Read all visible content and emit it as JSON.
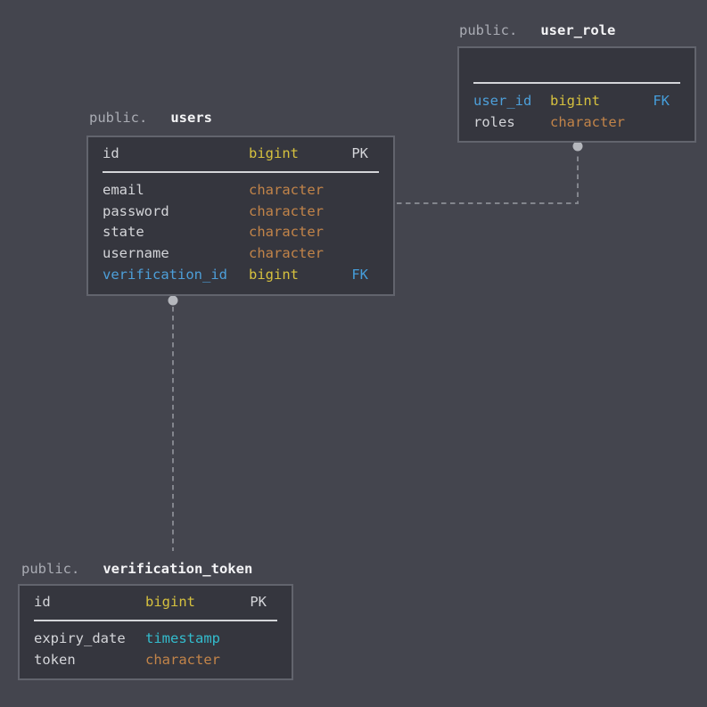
{
  "colors": {
    "background": "#44454e",
    "table_fill": "#35363e",
    "table_border": "#62646d",
    "schema_label": "#aaacb4",
    "table_name": "#f4f4f6",
    "column_name": "#d4d5d9",
    "fk_column_name": "#4d9fd9",
    "type_bigint": "#d6c13e",
    "type_character": "#c28449",
    "type_timestamp": "#33bccd",
    "flag_pk": "#d4d5d9",
    "flag_fk": "#459edb",
    "relation_line": "#83858d",
    "relation_dot": "#b5b7bd",
    "separator": "#d4d5d9"
  },
  "tables": [
    {
      "schema": "public.",
      "name": "users",
      "primary_key": {
        "name": "id",
        "type": "bigint",
        "flag": "PK"
      },
      "columns": [
        {
          "name": "email",
          "type": "character",
          "flag": ""
        },
        {
          "name": "password",
          "type": "character",
          "flag": ""
        },
        {
          "name": "state",
          "type": "character",
          "flag": ""
        },
        {
          "name": "username",
          "type": "character",
          "flag": ""
        },
        {
          "name": "verification_id",
          "type": "bigint",
          "flag": "FK"
        }
      ]
    },
    {
      "schema": "public.",
      "name": "user_role",
      "primary_key": {
        "name": "",
        "type": "",
        "flag": ""
      },
      "columns": [
        {
          "name": "user_id",
          "type": "bigint",
          "flag": "FK"
        },
        {
          "name": "roles",
          "type": "character",
          "flag": ""
        }
      ]
    },
    {
      "schema": "public.",
      "name": "verification_token",
      "primary_key": {
        "name": "id",
        "type": "bigint",
        "flag": "PK"
      },
      "columns": [
        {
          "name": "expiry_date",
          "type": "timestamp",
          "flag": ""
        },
        {
          "name": "token",
          "type": "character",
          "flag": ""
        }
      ]
    }
  ],
  "relations": [
    {
      "from": "users.id",
      "to": "user_role.user_id"
    },
    {
      "from": "users.verification_id",
      "to": "verification_token.id"
    }
  ]
}
